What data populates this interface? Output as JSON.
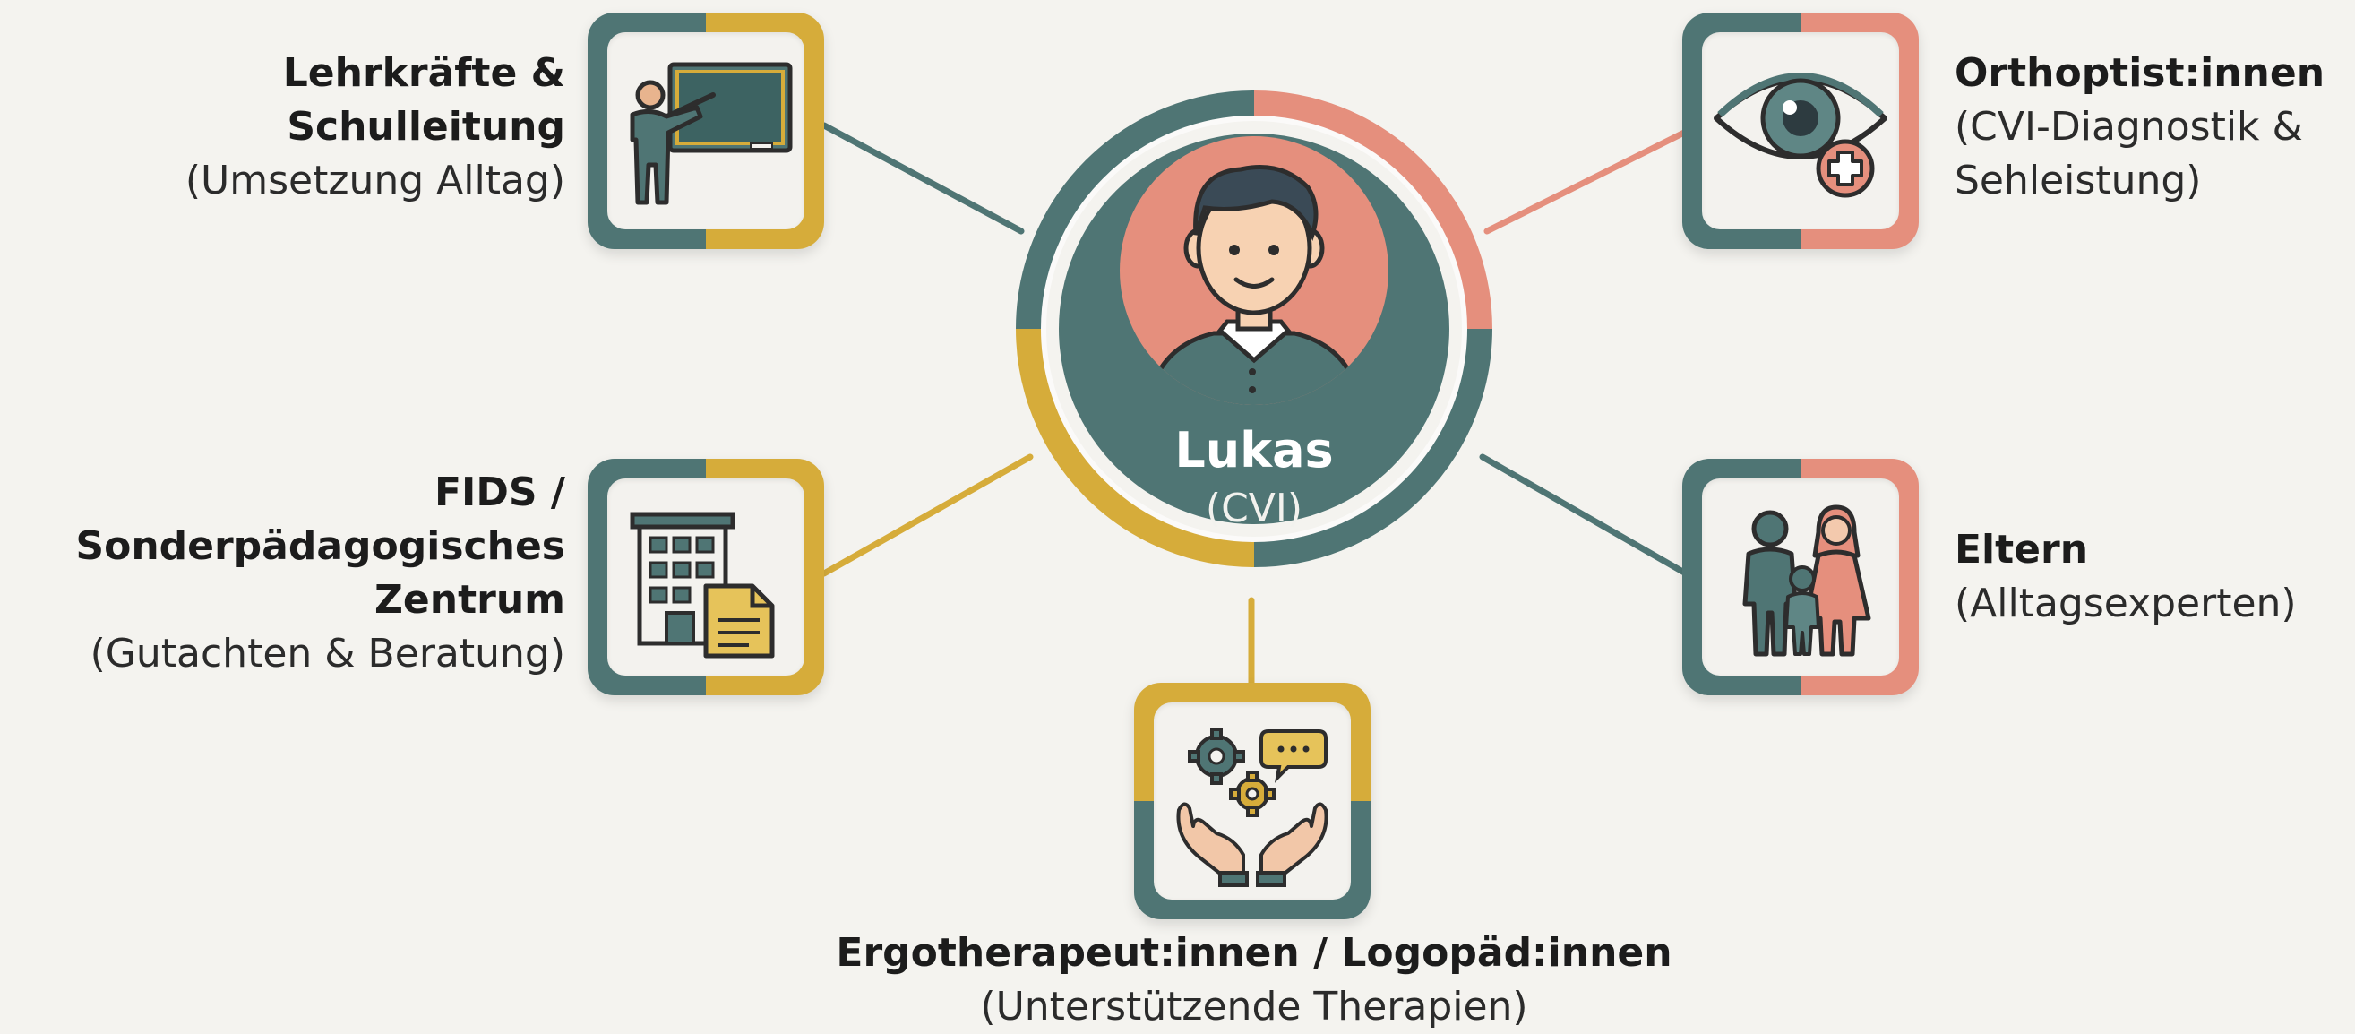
{
  "colors": {
    "teal": "#4f7574",
    "gold": "#d6ac3a",
    "salmon": "#e58f7d",
    "background": "#f4f3ef"
  },
  "center": {
    "name": "Lukas",
    "sub": "(CVI)",
    "icon": "boy-avatar-icon"
  },
  "nodes": {
    "teachers": {
      "title_line1": "Lehrkräfte &",
      "title_line2": "Schulleitung",
      "sub": "(Umsetzung Alltag)",
      "icon": "teacher-chalkboard-icon"
    },
    "fids": {
      "title_line1": "FIDS /",
      "title_line2": "Sonderpädagogisches",
      "title_line3": "Zentrum",
      "sub": "(Gutachten & Beratung)",
      "icon": "building-document-icon"
    },
    "therapists": {
      "title": "Ergotherapeut:innen / Logopäd:innen",
      "sub": "(Unterstützende Therapien)",
      "icon": "hands-gears-speech-icon"
    },
    "orthoptists": {
      "title": "Orthoptist:innen",
      "sub_line1": "(CVI-Diagnostik &",
      "sub_line2": "Sehleistung)",
      "icon": "eye-medical-icon"
    },
    "parents": {
      "title": "Eltern",
      "sub": "(Alltagsexperten)",
      "icon": "family-icon"
    }
  }
}
